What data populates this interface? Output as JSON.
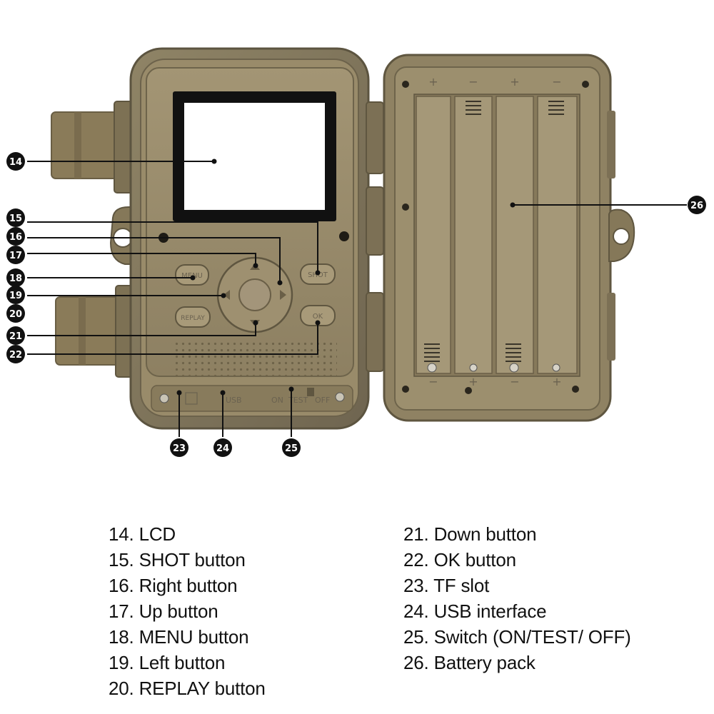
{
  "body_labels": {
    "menu": "MENU",
    "replay": "REPLAY",
    "shot": "SHOT",
    "ok": "OK",
    "usb": "USB",
    "switch_on": "ON",
    "switch_test": "TEST",
    "switch_off": "OFF",
    "plus": "+",
    "minus": "−"
  },
  "callouts": [
    {
      "number": "14"
    },
    {
      "number": "15"
    },
    {
      "number": "16"
    },
    {
      "number": "17"
    },
    {
      "number": "18"
    },
    {
      "number": "19"
    },
    {
      "number": "20"
    },
    {
      "number": "21"
    },
    {
      "number": "22"
    },
    {
      "number": "23"
    },
    {
      "number": "24"
    },
    {
      "number": "25"
    },
    {
      "number": "26"
    }
  ],
  "legend": {
    "left": [
      "14. LCD",
      "15. SHOT button",
      "16. Right button",
      "17. Up button",
      "18. MENU button",
      "19. Left button",
      "20. REPLAY button"
    ],
    "right": [
      "21. Down button",
      "22. OK button",
      "23. TF slot",
      "24. USB interface",
      "25. Switch (ON/TEST/ OFF)",
      "26. Battery pack"
    ]
  },
  "colors": {
    "body": "#8a7d5f",
    "body_dark": "#5f5640",
    "panel": "#9a8b69",
    "callout": "#111111",
    "line": "#111111"
  }
}
